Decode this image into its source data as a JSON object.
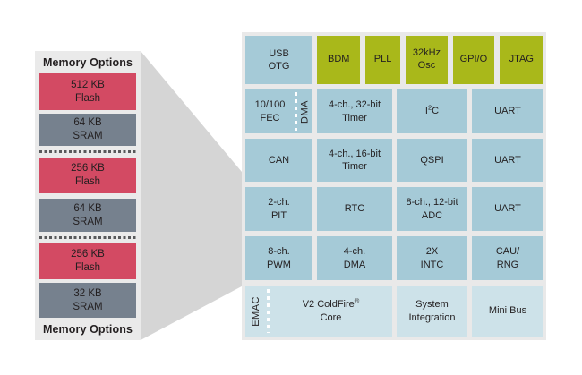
{
  "palette": {
    "flash_red": "#d34a63",
    "sram_gray": "#76818e",
    "peripheral_blue": "#a5cad7",
    "core_light_blue": "#cde2e9",
    "debug_green": "#a9b81a",
    "panel_gray": "#e9e9e9",
    "beam_gray": "#d5d5d5",
    "text_dark": "#231f20"
  },
  "memory_panel": {
    "header": "Memory Options",
    "footer": "Memory Options",
    "blocks": [
      {
        "size": "512 KB",
        "kind": "Flash"
      },
      {
        "size": "64 KB",
        "kind": "SRAM"
      },
      {
        "size": "256 KB",
        "kind": "Flash"
      },
      {
        "size": "64 KB",
        "kind": "SRAM"
      },
      {
        "size": "256 KB",
        "kind": "Flash"
      },
      {
        "size": "32 KB",
        "kind": "SRAM"
      }
    ]
  },
  "soc_panel": {
    "row1": {
      "usb_otg": "USB\nOTG",
      "green_blocks": [
        "BDM",
        "PLL",
        "32kHz\nOsc",
        "GPI/O",
        "JTAG"
      ]
    },
    "row2": {
      "fec": "10/100\nFEC",
      "dma_vertical": "DMA",
      "timer32": "4-ch., 32-bit\nTimer",
      "i2c_pre": "I",
      "i2c_sup": "2",
      "i2c_post": "C",
      "uart": "UART"
    },
    "row3": {
      "can": "CAN",
      "timer16": "4-ch., 16-bit\nTimer",
      "qspi": "QSPI",
      "uart": "UART"
    },
    "row4": {
      "pit": "2-ch.\nPIT",
      "rtc": "RTC",
      "adc": "8-ch., 12-bit\nADC",
      "uart": "UART"
    },
    "row5": {
      "pwm": "8-ch.\nPWM",
      "dma": "4-ch.\nDMA",
      "intc": "2X\nINTC",
      "cau_rng": "CAU/\nRNG"
    },
    "row6": {
      "emac_vertical": "EMAC",
      "core_line1": "V2 ColdFire",
      "core_sup": "®",
      "core_line2": "Core",
      "system_integration": "System\nIntegration",
      "mini_bus": "Mini Bus"
    }
  }
}
